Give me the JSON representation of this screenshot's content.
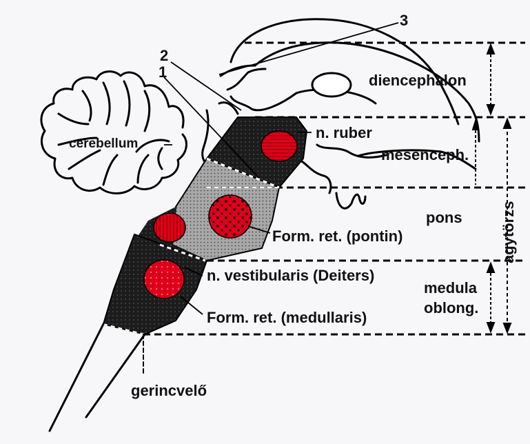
{
  "labels": {
    "cerebellum": "cerebellum",
    "diencephalon": "diencephalon",
    "n_ruber": "n. ruber",
    "mesenceph": "mesenceph.",
    "pons": "pons",
    "agytorzs": "agytörzs",
    "form_ret_pontin": "Form. ret. (pontin)",
    "n_vestibularis": "n. vestibularis (Deiters)",
    "medula": "medula",
    "oblong": "oblong.",
    "form_ret_medullaris": "Form. ret. (medullaris)",
    "gerincvelo": "gerincvelő",
    "num_1": "1",
    "num_2": "2",
    "num_3": "3"
  },
  "colors": {
    "nucleus_red": "#e0001a",
    "brainstem_dark": "#1a1a1a",
    "pons_gray": "#9a9a9a",
    "line": "#000000",
    "background": "#f7f7f9"
  }
}
